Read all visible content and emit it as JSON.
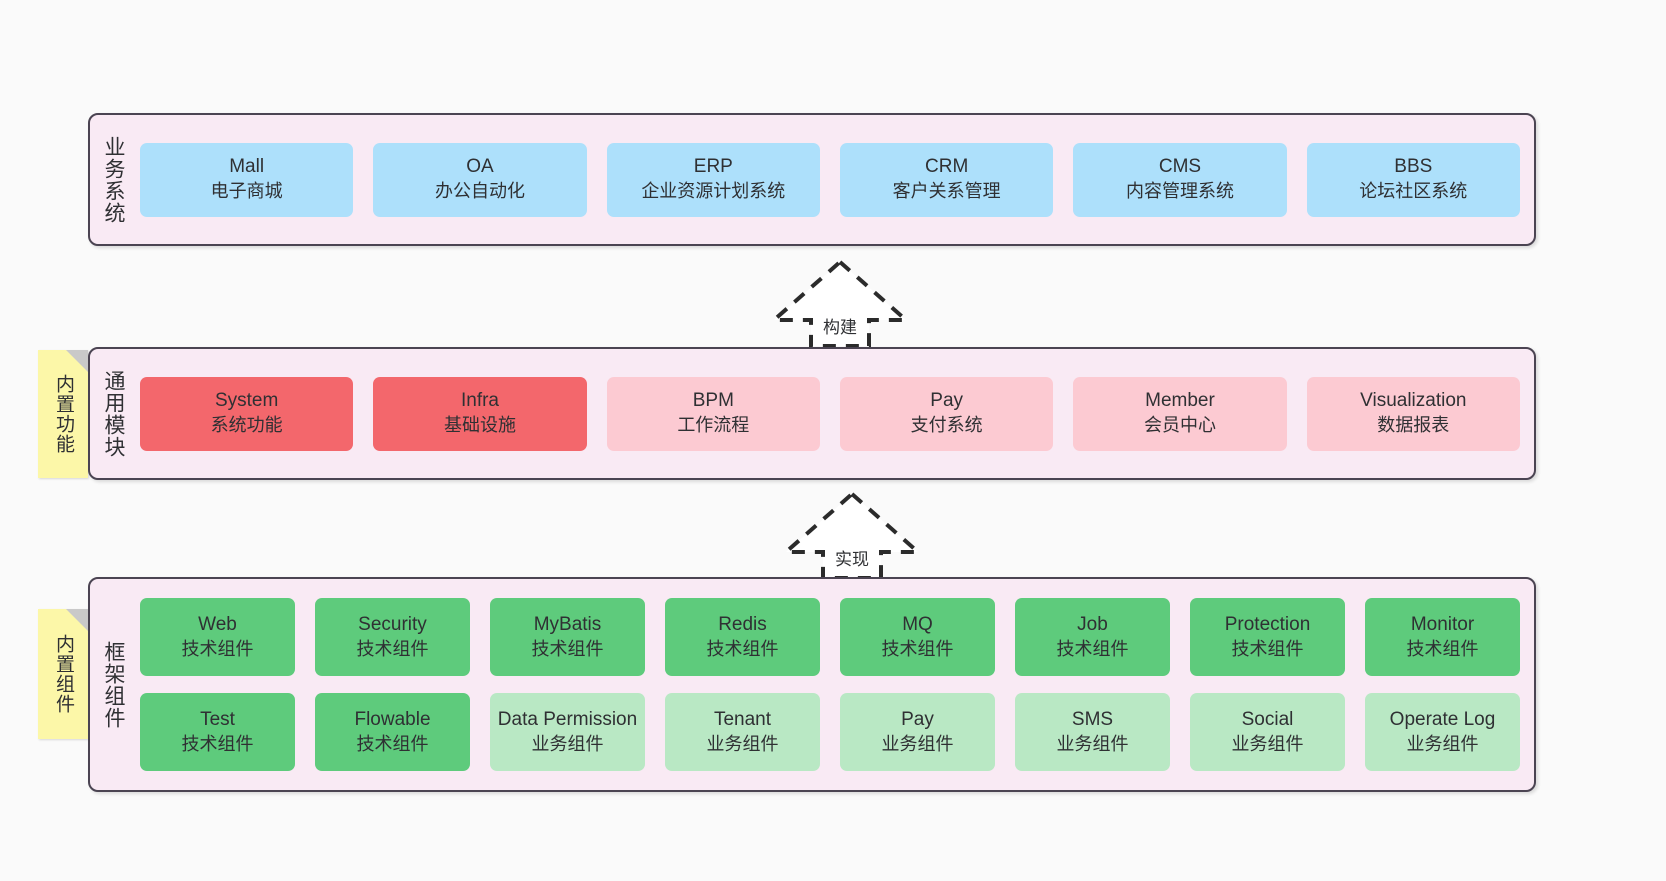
{
  "diagram": {
    "background": "#fafafa",
    "panel_fill": "#f9eaf4",
    "panel_border": "#4b4452",
    "sticky_fill": "#fcf7a8"
  },
  "layers": {
    "business": {
      "title": "业务系统",
      "card_color": "#ade0fb",
      "items": [
        {
          "name": "Mall",
          "desc": "电子商城"
        },
        {
          "name": "OA",
          "desc": "办公自动化"
        },
        {
          "name": "ERP",
          "desc": "企业资源计划系统"
        },
        {
          "name": "CRM",
          "desc": "客户关系管理"
        },
        {
          "name": "CMS",
          "desc": "内容管理系统"
        },
        {
          "name": "BBS",
          "desc": "论坛社区系统"
        }
      ]
    },
    "modules": {
      "title": "通用模块",
      "sticky": "内置功能",
      "colors": {
        "highlight": "#f3676c",
        "normal": "#fccad2"
      },
      "items": [
        {
          "name": "System",
          "desc": "系统功能",
          "style": "highlight"
        },
        {
          "name": "Infra",
          "desc": "基础设施",
          "style": "highlight"
        },
        {
          "name": "BPM",
          "desc": "工作流程",
          "style": "normal"
        },
        {
          "name": "Pay",
          "desc": "支付系统",
          "style": "normal"
        },
        {
          "name": "Member",
          "desc": "会员中心",
          "style": "normal"
        },
        {
          "name": "Visualization",
          "desc": "数据报表",
          "style": "normal"
        }
      ]
    },
    "framework": {
      "title": "框架组件",
      "sticky": "内置组件",
      "colors": {
        "tech": "#5ecb7c",
        "business": "#b9e8c4"
      },
      "row1": [
        {
          "name": "Web",
          "desc": "技术组件",
          "style": "tech"
        },
        {
          "name": "Security",
          "desc": "技术组件",
          "style": "tech"
        },
        {
          "name": "MyBatis",
          "desc": "技术组件",
          "style": "tech"
        },
        {
          "name": "Redis",
          "desc": "技术组件",
          "style": "tech"
        },
        {
          "name": "MQ",
          "desc": "技术组件",
          "style": "tech"
        },
        {
          "name": "Job",
          "desc": "技术组件",
          "style": "tech"
        },
        {
          "name": "Protection",
          "desc": "技术组件",
          "style": "tech"
        },
        {
          "name": "Monitor",
          "desc": "技术组件",
          "style": "tech"
        }
      ],
      "row2": [
        {
          "name": "Test",
          "desc": "技术组件",
          "style": "tech"
        },
        {
          "name": "Flowable",
          "desc": "技术组件",
          "style": "tech"
        },
        {
          "name": "Data Permission",
          "desc": "业务组件",
          "style": "business"
        },
        {
          "name": "Tenant",
          "desc": "业务组件",
          "style": "business"
        },
        {
          "name": "Pay",
          "desc": "业务组件",
          "style": "business"
        },
        {
          "name": "SMS",
          "desc": "业务组件",
          "style": "business"
        },
        {
          "name": "Social",
          "desc": "业务组件",
          "style": "business"
        },
        {
          "name": "Operate Log",
          "desc": "业务组件",
          "style": "business"
        }
      ]
    }
  },
  "connectors": [
    {
      "id": "build",
      "label": "构建",
      "direction": "up"
    },
    {
      "id": "implement",
      "label": "实现",
      "direction": "up"
    }
  ]
}
